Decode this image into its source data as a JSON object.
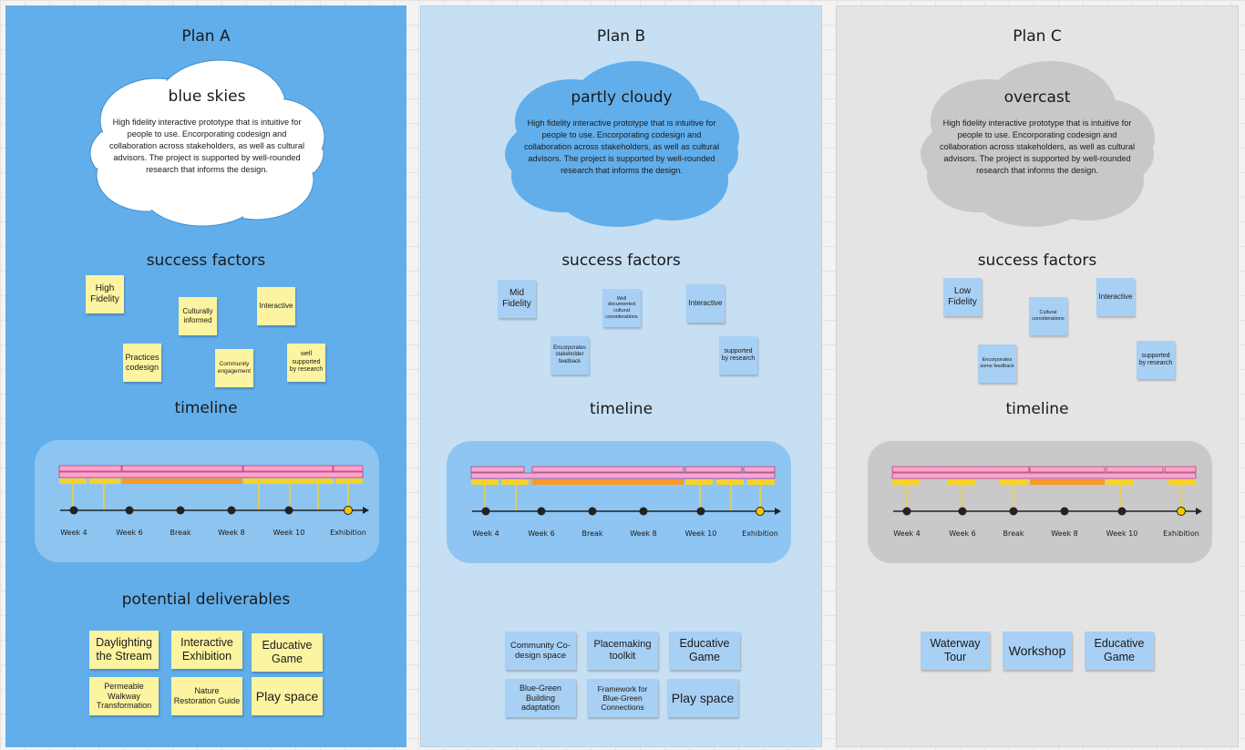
{
  "plans": [
    {
      "title": "Plan A",
      "weather": "blue skies",
      "description": "High fidelity interactive prototype that is intuitive for people to use. Encorporating codesign and collaboration across stakeholders, as well as cultural advisors. The project is supported by well-rounded research that informs the design.",
      "success_title": "success factors",
      "success": [
        "High Fidelity",
        "Culturally informed",
        "Interactive",
        "Practices codesign",
        "Community engagement",
        "well supported by research"
      ],
      "timeline_title": "timeline",
      "timeline_labels": [
        "Week 4",
        "Week 6",
        "Break",
        "Week 8",
        "Week 10",
        "Exhibition"
      ],
      "deliverables_title": "potential deliverables",
      "deliverables": [
        "Daylighting the Stream",
        "Interactive Exhibition",
        "Educative Game",
        "Permeable Walkway Transformation",
        "Nature Restoration Guide",
        "Play space"
      ]
    },
    {
      "title": "Plan B",
      "weather": "partly cloudy",
      "description": "High fidelity interactive prototype that is intuitive for people to use. Encorporating codesign and collaboration across stakeholders, as well as cultural advisors. The project is supported by well-rounded research that informs the design.",
      "success_title": "success factors",
      "success": [
        "Mid Fidelity",
        "Well documented cultural considerations",
        "Interactive",
        "Encorporates stakeholder feedback",
        "supported by research"
      ],
      "timeline_title": "timeline",
      "timeline_labels": [
        "Week 4",
        "Week 6",
        "Break",
        "Week 8",
        "Week 10",
        "Exhibition"
      ],
      "deliverables": [
        "Community Co-design space",
        "Placemaking toolkit",
        "Educative Game",
        "Blue-Green Building adaptation",
        "Framework for Blue-Green Connections",
        "Play space"
      ]
    },
    {
      "title": "Plan C",
      "weather": "overcast",
      "description": "High fidelity interactive prototype that is intuitive for people to use. Encorporating codesign and collaboration across stakeholders, as well as cultural advisors. The project is supported by well-rounded research that informs the design.",
      "success_title": "success factors",
      "success": [
        "Low Fidelity",
        "Cultural considerations",
        "Interactive",
        "Encorporates some feedback",
        "supported by research"
      ],
      "timeline_title": "timeline",
      "timeline_labels": [
        "Week 4",
        "Week 6",
        "Break",
        "Week 8",
        "Week 10",
        "Exhibition"
      ],
      "deliverables": [
        "Waterway Tour",
        "Workshop",
        "Educative Game"
      ]
    }
  ],
  "colors": {
    "plan_a_bg": "#62aeea",
    "plan_b_bg": "#c6dff3",
    "plan_c_bg": "#e4e4e4",
    "cloud_white": "#ffffff",
    "cloud_blue": "#62aeea",
    "cloud_grey": "#c8c8c8",
    "sticky_yellow": "#fdf4a1",
    "sticky_blue": "#a8d0f4",
    "gantt_pink": "#f6a6cf",
    "gantt_orange": "#f79a2a",
    "gantt_yellow": "#f7d22a"
  }
}
